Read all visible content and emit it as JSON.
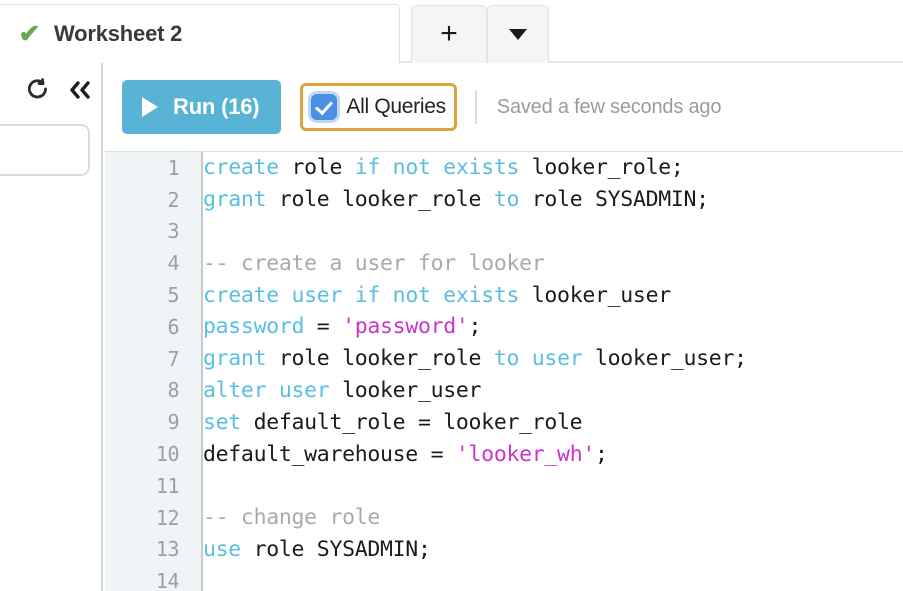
{
  "window": {
    "title": "Worksheet 2"
  },
  "tabstrip": {
    "active_tab": {
      "label": "Worksheet 2",
      "status_icon": "check-icon",
      "status_color": "#6aa84f"
    },
    "add_tab_button": {
      "icon": "plus-icon",
      "label": "+"
    },
    "tab_menu_button": {
      "icon": "chevron-down-icon",
      "label": "▼"
    }
  },
  "rail": {
    "refresh_icon": "refresh-icon",
    "collapse_icon": "double-chevron-left-icon",
    "search_input": {
      "value": "",
      "placeholder": ""
    }
  },
  "toolbar": {
    "run_label": "Run (16)",
    "run_icon": "play-icon",
    "run_color": "#58b3d4",
    "all_queries_label": "All Queries",
    "all_queries_checked": true,
    "all_queries_focus_color": "#e3a33c",
    "checkbox_color": "#4a90e2",
    "saved_status": "Saved a few seconds ago"
  },
  "editor": {
    "language": "sql",
    "colors": {
      "keyword": "#59bfe0",
      "string": "#cc33cc",
      "comment": "#aaaaaa",
      "plain": "#1b1b1b",
      "gutter_bg": "#eff5f7",
      "lineno": "#9aa0a6"
    },
    "lines": [
      {
        "n": "1",
        "tokens": [
          {
            "t": "create",
            "c": "kw"
          },
          {
            "t": " role ",
            "c": ""
          },
          {
            "t": "if not exists",
            "c": "kw"
          },
          {
            "t": " looker_role;",
            "c": ""
          }
        ]
      },
      {
        "n": "2",
        "tokens": [
          {
            "t": "grant",
            "c": "kw"
          },
          {
            "t": " role looker_role ",
            "c": ""
          },
          {
            "t": "to",
            "c": "kw"
          },
          {
            "t": " role SYSADMIN;",
            "c": ""
          }
        ]
      },
      {
        "n": "3",
        "tokens": []
      },
      {
        "n": "4",
        "tokens": [
          {
            "t": "-- create a user for looker",
            "c": "cmt"
          }
        ]
      },
      {
        "n": "5",
        "tokens": [
          {
            "t": "create user",
            "c": "kw"
          },
          {
            "t": " ",
            "c": ""
          },
          {
            "t": "if not exists",
            "c": "kw"
          },
          {
            "t": " looker_user",
            "c": ""
          }
        ]
      },
      {
        "n": "6",
        "tokens": [
          {
            "t": "password",
            "c": "kw"
          },
          {
            "t": " = ",
            "c": ""
          },
          {
            "t": "'password'",
            "c": "str"
          },
          {
            "t": ";",
            "c": ""
          }
        ]
      },
      {
        "n": "7",
        "tokens": [
          {
            "t": "grant",
            "c": "kw"
          },
          {
            "t": " role looker_role ",
            "c": ""
          },
          {
            "t": "to user",
            "c": "kw"
          },
          {
            "t": " looker_user;",
            "c": ""
          }
        ]
      },
      {
        "n": "8",
        "tokens": [
          {
            "t": "alter user",
            "c": "kw"
          },
          {
            "t": " looker_user",
            "c": ""
          }
        ]
      },
      {
        "n": "9",
        "tokens": [
          {
            "t": "set",
            "c": "kw"
          },
          {
            "t": " default_role = looker_role",
            "c": ""
          }
        ]
      },
      {
        "n": "10",
        "tokens": [
          {
            "t": "default_warehouse = ",
            "c": ""
          },
          {
            "t": "'looker_wh'",
            "c": "str"
          },
          {
            "t": ";",
            "c": ""
          }
        ]
      },
      {
        "n": "11",
        "tokens": []
      },
      {
        "n": "12",
        "tokens": [
          {
            "t": "-- change role",
            "c": "cmt"
          }
        ]
      },
      {
        "n": "13",
        "tokens": [
          {
            "t": "use",
            "c": "kw"
          },
          {
            "t": " role SYSADMIN;",
            "c": ""
          }
        ]
      },
      {
        "n": "14",
        "tokens": []
      }
    ]
  }
}
